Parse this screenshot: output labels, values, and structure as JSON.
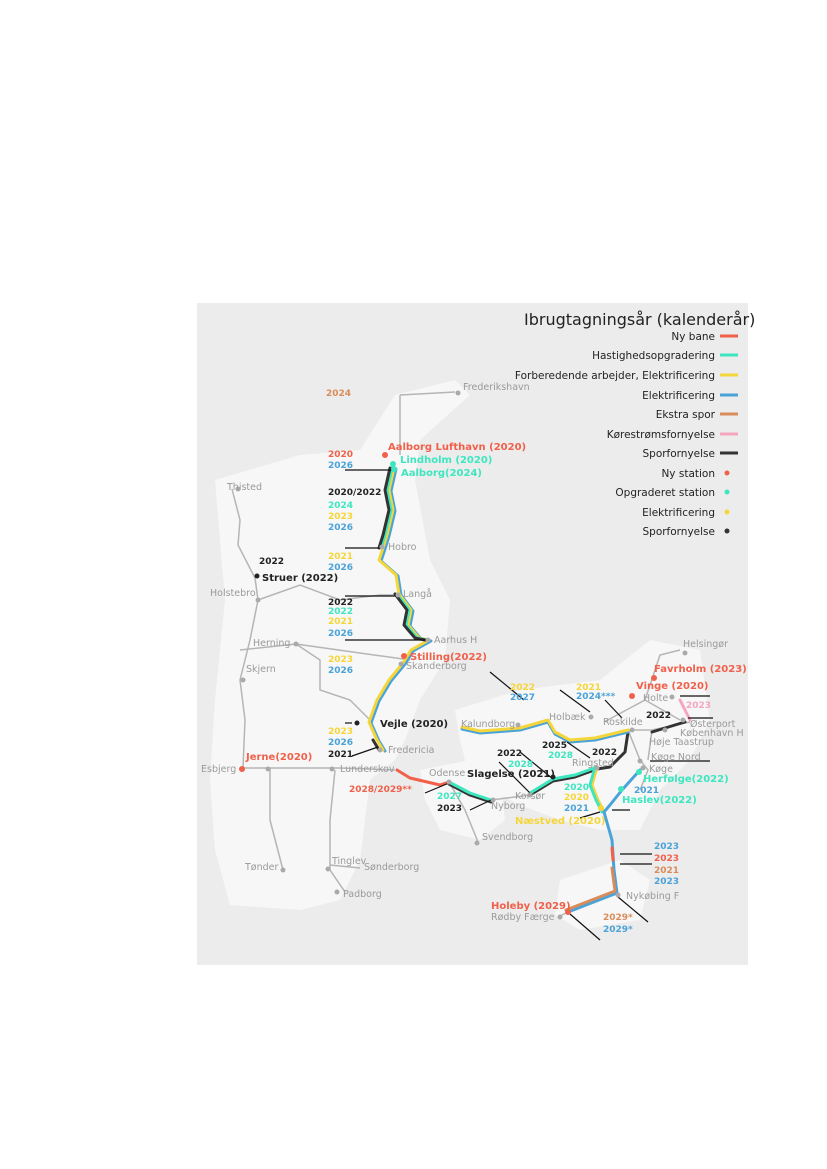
{
  "legend": {
    "title": "Ibrugtagningsår (kalenderår)",
    "items": [
      {
        "label": "Ny bane",
        "color": "#f0604a",
        "kind": "line"
      },
      {
        "label": "Hastighedsopgradering",
        "color": "#3ee6c0",
        "kind": "line"
      },
      {
        "label": "Forberedende arbejder, Elektrificering",
        "color": "#f5d63a",
        "kind": "line"
      },
      {
        "label": "Elektrificering",
        "color": "#4aa3d8",
        "kind": "line"
      },
      {
        "label": "Ekstra spor",
        "color": "#d98c5a",
        "kind": "line"
      },
      {
        "label": "Kørestrømsfornyelse",
        "color": "#f4a6be",
        "kind": "line"
      },
      {
        "label": "Sporfornyelse",
        "color": "#333333",
        "kind": "line"
      },
      {
        "label": "Ny station",
        "color": "#f0604a",
        "kind": "dot"
      },
      {
        "label": "Opgraderet station",
        "color": "#3ee6c0",
        "kind": "dot"
      },
      {
        "label": "Elektrificering",
        "color": "#f5d63a",
        "kind": "dot"
      },
      {
        "label": "Sporfornyelse",
        "color": "#333333",
        "kind": "dot"
      }
    ]
  },
  "stations": [
    "Frederikshavn",
    "Thisted",
    "Hobro",
    "Holstebro",
    "Langå",
    "Herning",
    "Aarhus H",
    "Skjern",
    "Skanderborg",
    "Kalundborg",
    "Holbæk",
    "Roskilde",
    "Helsingør",
    "Holte",
    "Østerport",
    "København H",
    "Høje Taastrup",
    "Køge Nord",
    "Køge",
    "Esbjerg",
    "Lunderskov",
    "Fredericia",
    "Odense",
    "Nyborg",
    "Korsør",
    "Ringsted",
    "Svendborg",
    "Tønder",
    "Tinglev",
    "Sønderborg",
    "Padborg",
    "Nykøbing F",
    "Rødby Færge"
  ],
  "labels": [
    "2024",
    "Aalborg Lufthavn (2020)",
    "2020",
    "Lindholm (2020)",
    "2026",
    "Aalborg(2024)",
    "2020/2022",
    "2024",
    "2023",
    "2026",
    "2021",
    "2026",
    "2022",
    "Struer (2022)",
    "2022",
    "2022",
    "2021",
    "2026",
    "Stilling(2022)",
    "2023",
    "2026",
    "Vejle (2020)",
    "2023",
    "2026",
    "2021",
    "Jerne(2020)",
    "2028/2029**",
    "2027",
    "2023",
    "Slagelse (2021)",
    "2022",
    "2028",
    "2022",
    "2027",
    "2025",
    "2028",
    "2022",
    "2021",
    "2024***",
    "Favrholm (2023)",
    "Vinge (2020)",
    "2023",
    "2022",
    "2020",
    "2020",
    "2021",
    "Herfølge(2022)",
    "2021",
    "Haslev(2022)",
    "Næstved (2020)",
    "2023",
    "2023",
    "2021",
    "2023",
    "Holeby (2029)",
    "2029*",
    "2029*"
  ]
}
